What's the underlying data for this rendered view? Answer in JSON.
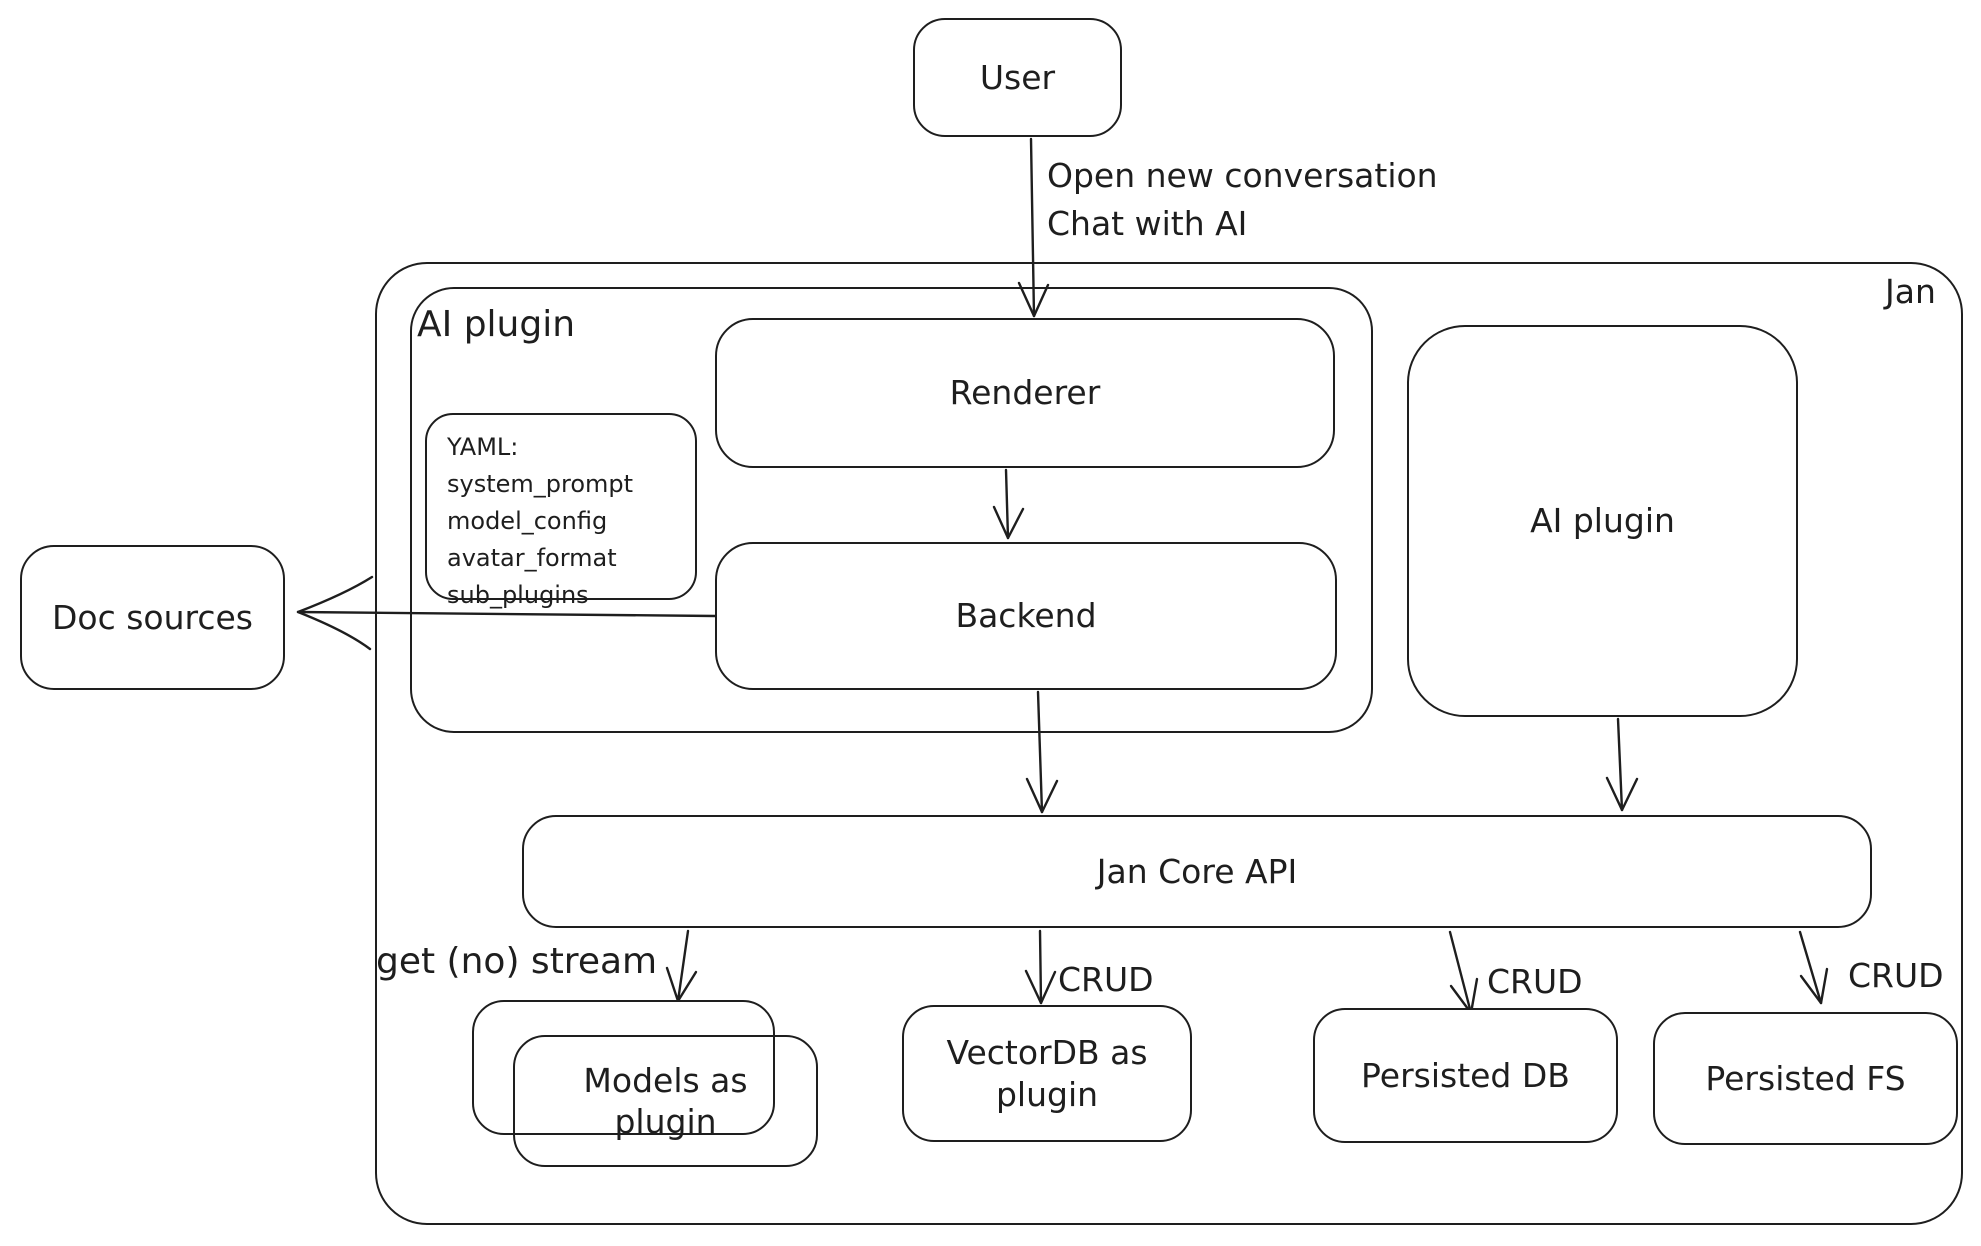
{
  "colors": {
    "stroke": "#1e1e1e",
    "background": "#ffffff"
  },
  "nodes": {
    "user": "User",
    "jan_container_label": "Jan",
    "ai_plugin_group_label": "AI plugin",
    "yaml_note": {
      "lines": [
        "YAML:",
        "system_prompt",
        "model_config",
        "avatar_format",
        "sub_plugins"
      ]
    },
    "renderer": "Renderer",
    "backend": "Backend",
    "doc_sources": "Doc sources",
    "ai_plugin_right": "AI plugin",
    "jan_core_api": "Jan Core API",
    "models_plugin": "Models as plugin",
    "vectordb_plugin": "VectorDB as plugin",
    "persisted_db": "Persisted DB",
    "persisted_fs": "Persisted FS"
  },
  "edge_labels": {
    "user_to_renderer_line1": "Open new conversation",
    "user_to_renderer_line2": "Chat with AI",
    "api_to_models": "get (no) stream",
    "api_to_vectordb": "CRUD",
    "api_to_persisted_db": "CRUD",
    "api_to_persisted_fs": "CRUD"
  }
}
